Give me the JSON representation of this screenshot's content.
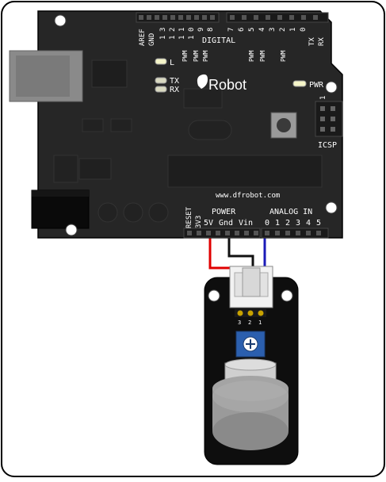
{
  "board": {
    "brand": "DFRobot",
    "brand_main": "Robot",
    "url": "www.dfrobot.com",
    "digital_label": "DIGITAL",
    "power_label": "POWER",
    "analog_label": "ANALOG IN",
    "icsp_label": "ICSP",
    "pwr_label": "PWR",
    "led_l": "L",
    "led_tx": "TX",
    "led_rx": "RX",
    "reset_label": "RESET",
    "v33_label": "3V3",
    "v5_label": "5V",
    "gnd_label": "Gnd",
    "vin_label": "Vin",
    "icsp_pin1": "1",
    "aref_label": "AREF",
    "top_gnd_label": "GND",
    "tx_label": "TX",
    "rx_label": "RX",
    "pwm_label": "PWM",
    "digital_tens": [
      "1",
      "1",
      "1",
      "1",
      "",
      ""
    ],
    "digital_ones": [
      "3",
      "2",
      "1",
      "0",
      "9",
      "8"
    ],
    "digital_right": [
      "7",
      "6",
      "5",
      "4",
      "3",
      "2",
      "1",
      "0"
    ],
    "analog_pins": [
      "0",
      "1",
      "2",
      "3",
      "4",
      "5"
    ]
  },
  "sensor": {
    "pin_numbers": [
      "3",
      "2",
      "1"
    ]
  },
  "colors": {
    "board": "#262626",
    "header": "#1a1a1a",
    "wire_power": "#e00000",
    "wire_ground": "#111111",
    "wire_signal": "#1a1ab8",
    "pot": "#2b5fae",
    "led": "#f4f4c8"
  }
}
